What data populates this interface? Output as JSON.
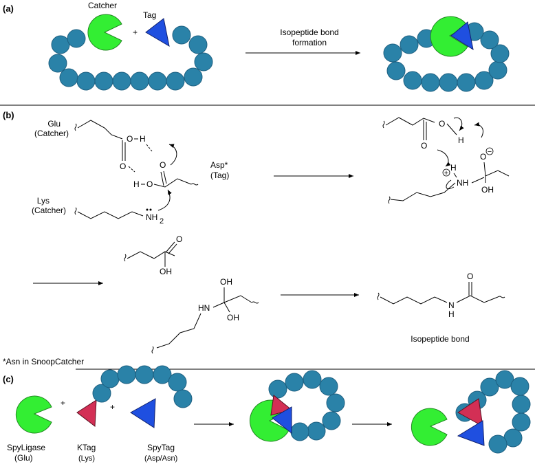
{
  "panel_a": {
    "label": "(a)",
    "catcher_label": "Catcher",
    "tag_label": "Tag",
    "plus": "+",
    "reaction_line1": "Isopeptide bond",
    "reaction_line2": "formation"
  },
  "panel_b": {
    "label": "(b)",
    "glu_line1": "Glu",
    "glu_line2": "(Catcher)",
    "asp_line1": "Asp*",
    "asp_line2": "(Tag)",
    "lys_line1": "Lys",
    "lys_line2": "(Catcher)",
    "atom_O": "O",
    "atom_H": "H",
    "atom_NH2": "NH",
    "sub_2": "2",
    "atom_NH": "NH",
    "atom_HN": "HN",
    "atom_OH": "OH",
    "atom_N": "N",
    "charge_minus": "−",
    "charge_plus": "+",
    "isopeptide_label": "Isopeptide bond",
    "footnote": "*Asn in SnoopCatcher"
  },
  "panel_c": {
    "label": "(c)",
    "plus": "+",
    "spyligase_line1": "SpyLigase",
    "spyligase_line2": "(Glu)",
    "ktag_line1": "KTag",
    "ktag_line2": "(Lys)",
    "spytag_line1": "SpyTag",
    "spytag_line2": "(Asp/Asn)"
  },
  "colors": {
    "bead": "#2a82a8",
    "catcher": "#33ee33",
    "tag": "#1f4fe0",
    "ktag": "#d32f55"
  }
}
